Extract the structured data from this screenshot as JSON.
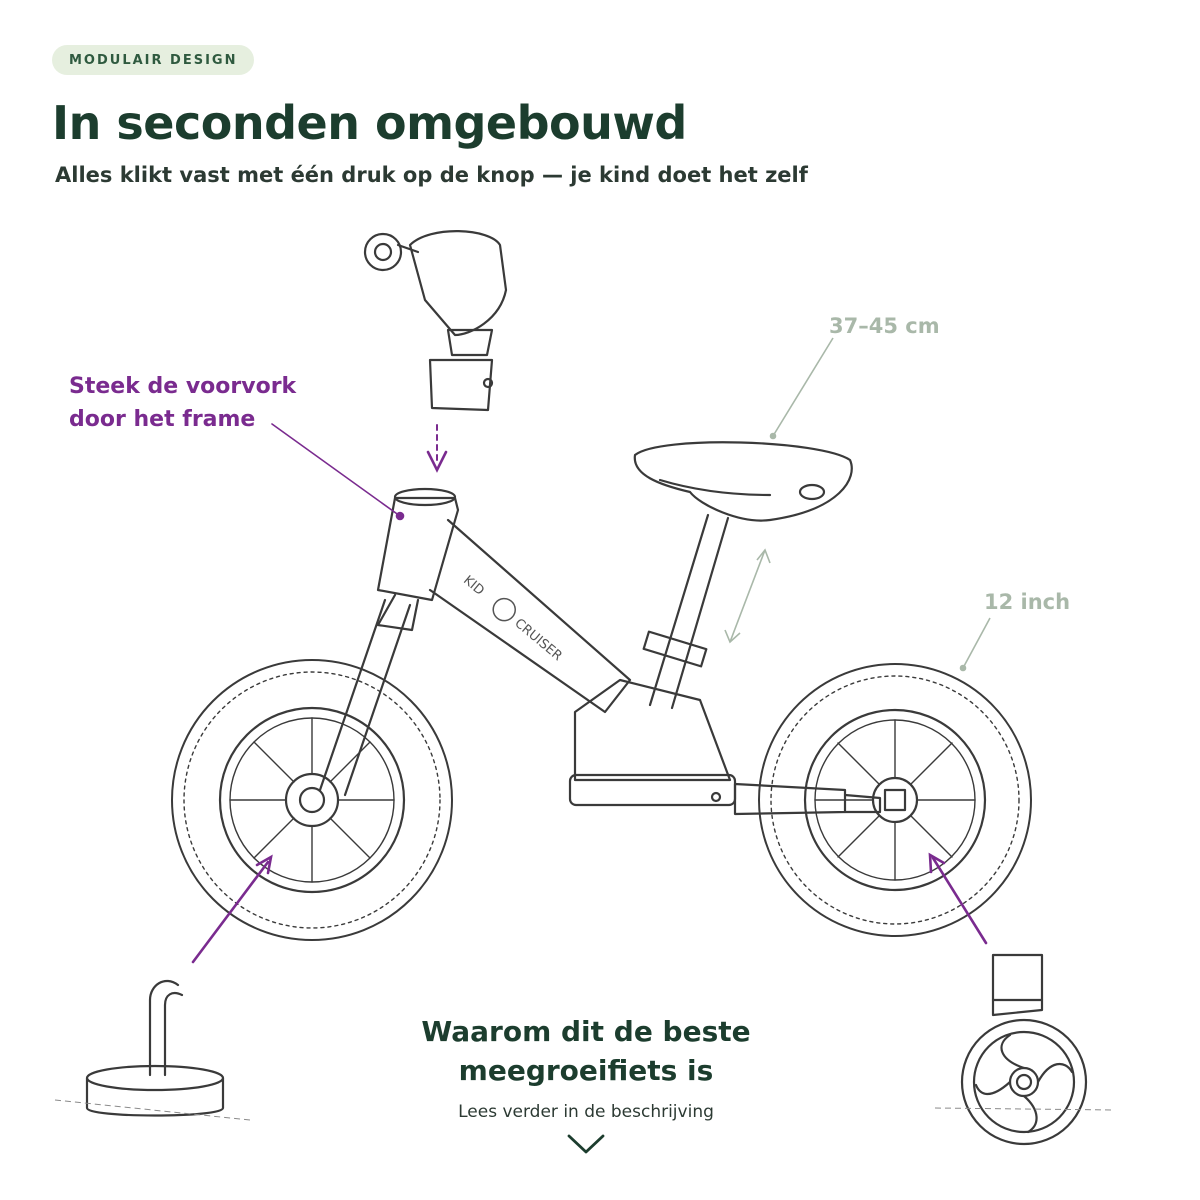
{
  "badge": "MODULAIR DESIGN",
  "title": "In seconden omgebouwd",
  "subtitle": "Alles klikt vast met één druk op de knop — je kind doet het zelf",
  "callout": {
    "line1": "Steek de voorvork",
    "line2": "door het frame"
  },
  "dimensions": {
    "seat_height": "37–45 cm",
    "wheel_size": "12 inch"
  },
  "brand": {
    "word1": "KID",
    "word2": "CRUISER"
  },
  "cta": {
    "heading_line1": "Waarom dit de beste",
    "heading_line2": "meegroeifiets is",
    "sub": "Lees verder in de beschrijving"
  },
  "icons": {
    "scroll": "chevron-down-icon"
  },
  "colors": {
    "title": "#1c3d2e",
    "badge_bg": "#e6efdf",
    "accent_purple": "#7a2b8f",
    "dimension_gray": "#a9b8a9",
    "line_art": "#3a3a3a"
  }
}
